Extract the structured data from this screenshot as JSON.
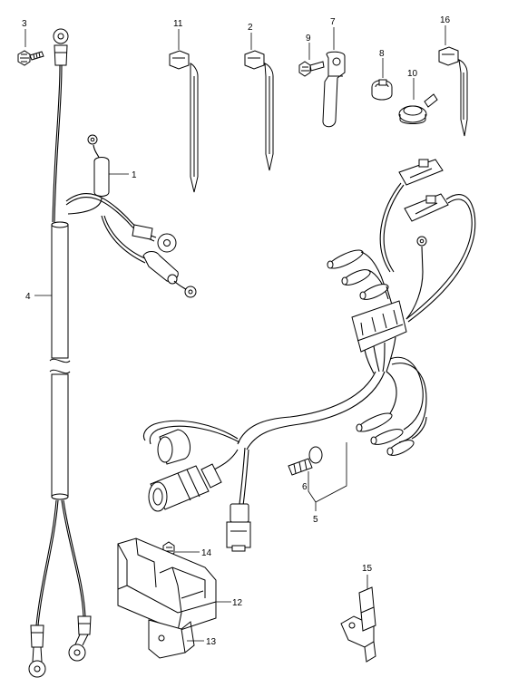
{
  "part_numbers": {
    "p1": "1",
    "p2": "2",
    "p3": "3",
    "p4": "4",
    "p5": "5",
    "p6": "6",
    "p7": "7",
    "p8": "8",
    "p9": "9",
    "p10": "10",
    "p11": "11",
    "p12": "12",
    "p13": "13",
    "p14": "14",
    "p15": "15",
    "p16": "16"
  }
}
